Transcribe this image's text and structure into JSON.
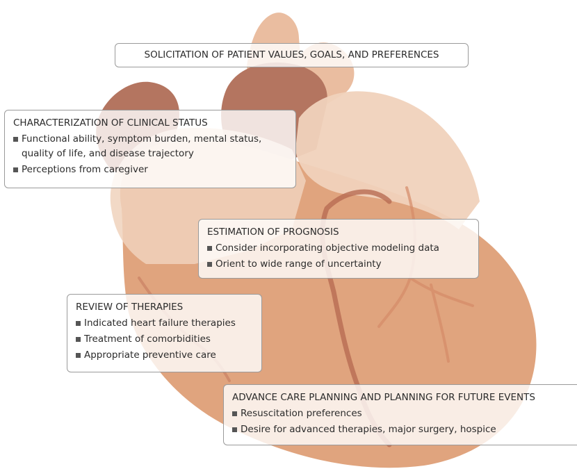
{
  "colors": {
    "heart_body": "#e0a47e",
    "heart_light": "#f0d2bc",
    "heart_dark": "#b47560",
    "aorta": "#eabda0",
    "vessel": "#c47c5f",
    "box_border": "#9a9a9a",
    "bullet": "#555555"
  },
  "boxes": {
    "values": {
      "title": "SOLICITATION OF PATIENT VALUES, GOALS, AND PREFERENCES"
    },
    "clinical": {
      "title": "CHARACTERIZATION OF CLINICAL STATUS",
      "items": [
        "Functional ability, symptom burden, mental status, quality of life, and disease trajectory",
        "Perceptions from caregiver"
      ]
    },
    "prognosis": {
      "title": "ESTIMATION OF PROGNOSIS",
      "items": [
        "Consider incorporating objective modeling data",
        "Orient to wide range of uncertainty"
      ]
    },
    "therapies": {
      "title": "REVIEW OF THERAPIES",
      "items": [
        "Indicated heart failure therapies",
        "Treatment of comorbidities",
        "Appropriate preventive care"
      ]
    },
    "advance": {
      "title": "ADVANCE CARE PLANNING AND PLANNING FOR FUTURE EVENTS",
      "items": [
        "Resuscitation preferences",
        "Desire for advanced therapies, major surgery, hospice"
      ]
    }
  }
}
